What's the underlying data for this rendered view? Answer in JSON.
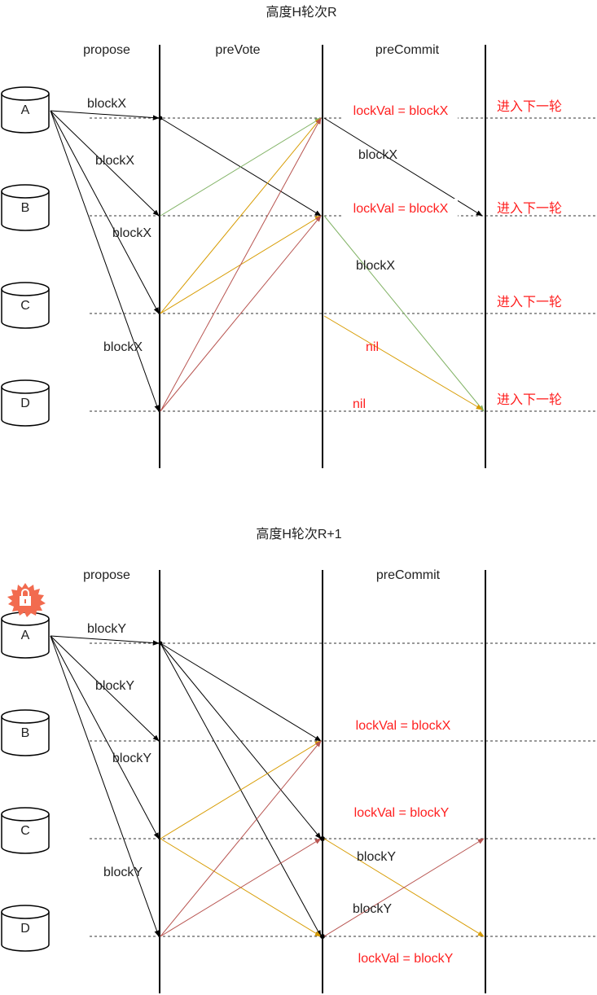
{
  "round1": {
    "title": "高度H轮次R",
    "columns": [
      "propose",
      "preVote",
      "preCommit"
    ],
    "nodes": [
      "A",
      "B",
      "C",
      "D"
    ],
    "propose_labels": [
      "blockX",
      "blockX",
      "blockX",
      "blockX"
    ],
    "lock_labels": [
      "lockVal = blockX",
      "lockVal = blockX"
    ],
    "next_round_labels": [
      "进入下一轮",
      "进入下一轮",
      "进入下一轮",
      "进入下一轮"
    ],
    "precommit_msgs": [
      "blockX",
      "blockX",
      "nil",
      "nil"
    ]
  },
  "round2": {
    "title": "高度H轮次R+1",
    "columns": [
      "propose",
      "preCommit"
    ],
    "nodes": [
      "A",
      "B",
      "C",
      "D"
    ],
    "propose_labels": [
      "blockY",
      "blockY",
      "blockY",
      "blockY"
    ],
    "lock_labels": [
      "lockVal = blockX",
      "lockVal = blockY",
      "lockVal = blockY"
    ],
    "precommit_msgs": [
      "blockY",
      "blockY"
    ]
  },
  "colors": {
    "red_text": "#ff1f1f",
    "green_arrow": "#82b366",
    "orange_arrow": "#d79b00",
    "red_arrow": "#b85450",
    "lock_icon": "#f26b4f"
  },
  "icons": {
    "round2_node_a_badge": "flaming-lock-icon"
  }
}
